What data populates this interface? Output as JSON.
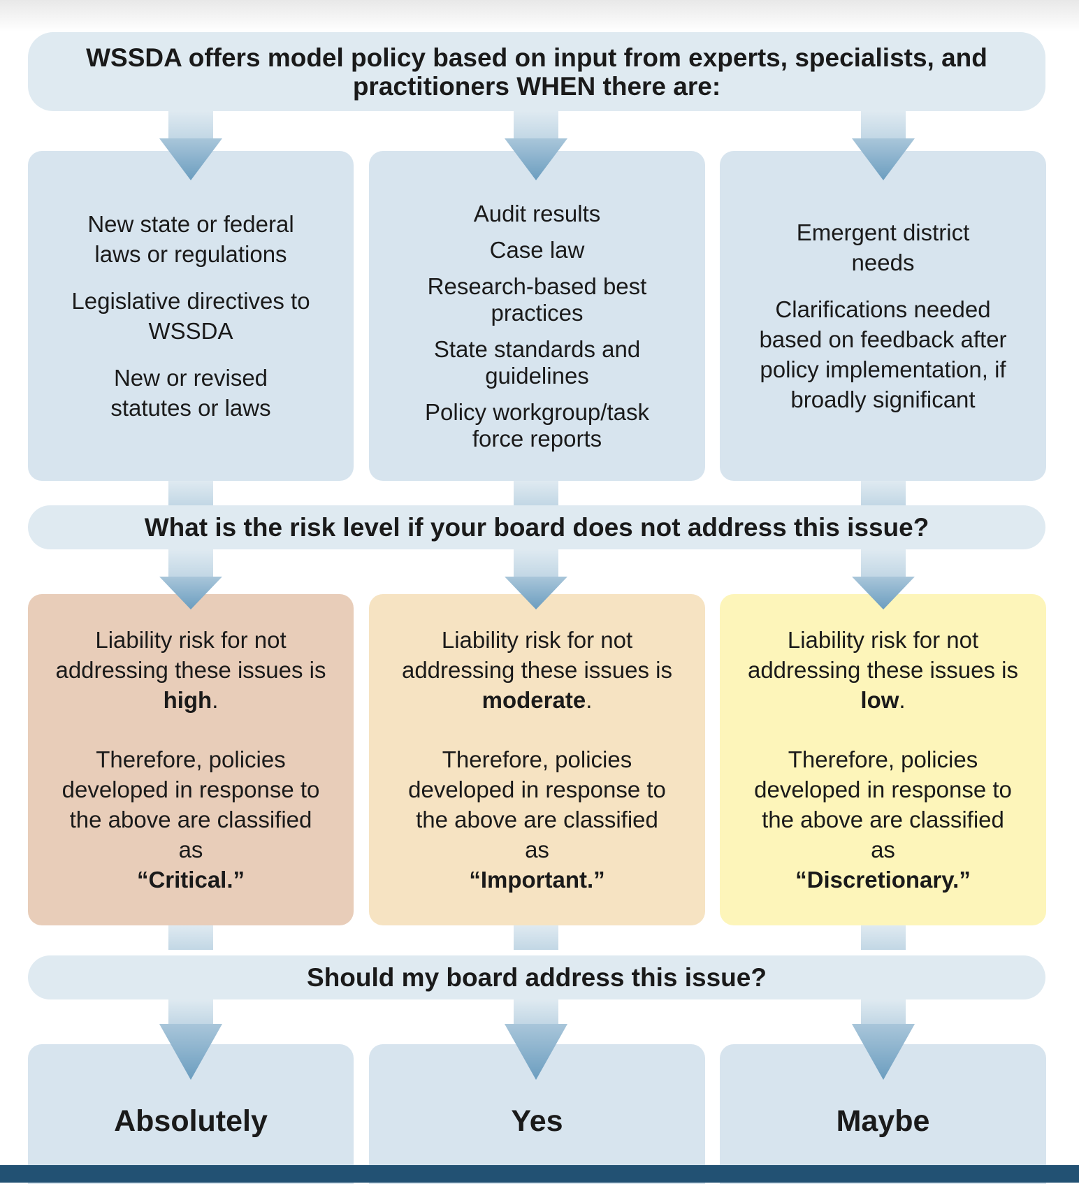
{
  "header": {
    "line1": "WSSDA offers model policy based on input from experts, specialists, and",
    "line2": "practitioners WHEN there are:"
  },
  "sources": [
    {
      "items": [
        "New state or federal laws or regulations",
        "Legislative directives to WSSDA",
        "New or revised statutes or laws"
      ]
    },
    {
      "items": [
        "Audit results",
        "Case law",
        "Research-based best practices",
        "State standards and guidelines",
        "Policy workgroup/task force reports"
      ]
    },
    {
      "items": [
        "Emergent district needs",
        "Clarifications needed based on feedback after policy implementation, if broadly significant"
      ]
    }
  ],
  "risk_question": "What is the risk level if your board does not address this issue?",
  "risks": [
    {
      "pre": "Liability risk for not addressing these issues is ",
      "level": "high",
      "post": ".",
      "therefore": "Therefore, policies developed in response to the above are classified as",
      "class": "“Critical.”",
      "color": "#e8cdb9"
    },
    {
      "pre": "Liability risk for not addressing these issues is ",
      "level": "moderate",
      "post": ".",
      "therefore": "Therefore, policies developed in response to the above are classified as",
      "class": "“Important.”",
      "color": "#f6e3c2"
    },
    {
      "pre": "Liability risk for not addressing these issues is ",
      "level": "low",
      "post": ".",
      "therefore": "Therefore, policies developed in response to the above are classified as",
      "class": "“Discretionary.”",
      "color": "#fdf5ba"
    }
  ],
  "address_question": "Should my board address this issue?",
  "answers": [
    "Absolutely",
    "Yes",
    "Maybe"
  ],
  "colors": {
    "box": "#d7e4ee",
    "bar": "#dfeaf1",
    "arrow_top": "#c5d9e6",
    "arrow_bottom": "#6b9dbf",
    "footer": "#225173"
  }
}
